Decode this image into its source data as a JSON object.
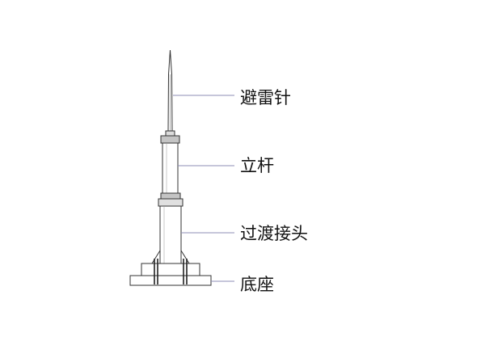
{
  "labels": {
    "lightning_rod": "避雷针",
    "pole": "立杆",
    "adapter_joint": "过渡接头",
    "base": "底座"
  },
  "colors": {
    "outline": "#333333",
    "part_fill": "#ffffff",
    "collar_fill": "#c4c4c4",
    "leader_line": "#8c8cb4",
    "text": "#111111"
  }
}
